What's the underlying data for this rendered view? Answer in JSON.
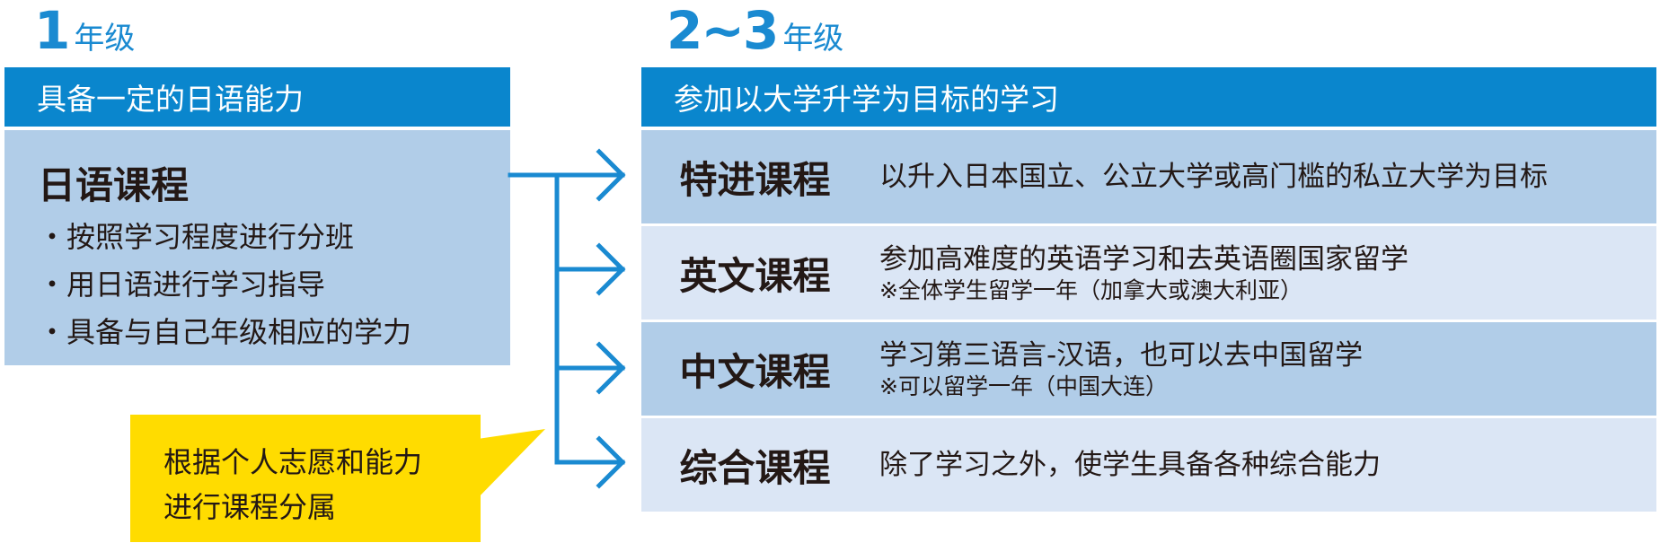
{
  "grade1": {
    "number": "1",
    "label": "年级"
  },
  "grade23": {
    "number": "2~3",
    "label": "年级"
  },
  "left_header": "具备一定的日语能力",
  "right_header": "参加以大学升学为目标的学习",
  "japanese_course": {
    "title": "日语课程",
    "bullets": [
      "・按照学习程度进行分班",
      "・用日语进行学习指导",
      "・具备与自己年级相应的学力"
    ]
  },
  "courses": [
    {
      "name": "特进课程",
      "desc": "以升入日本国立、公立大学或高门槛的私立大学为目标",
      "note": ""
    },
    {
      "name": "英文课程",
      "desc": "参加高难度的英语学习和去英语圈国家留学",
      "note": "※全体学生留学一年（加拿大或澳大利亚）"
    },
    {
      "name": "中文课程",
      "desc": "学习第三语言-汉语，也可以去中国留学",
      "note": "※可以留学一年（中国大连）"
    },
    {
      "name": "综合课程",
      "desc": "除了学习之外，使学生具备各种综合能力",
      "note": ""
    }
  ],
  "callout": {
    "lines": [
      "根据个人志愿和能力",
      "进行课程分属"
    ]
  },
  "colors": {
    "header_blue": "#0a86cd",
    "arrow_blue": "#1a8ad1",
    "box_blue": "#b1cde8",
    "box_light": "#dbe6f5",
    "callout_yellow": "#ffdc00"
  }
}
